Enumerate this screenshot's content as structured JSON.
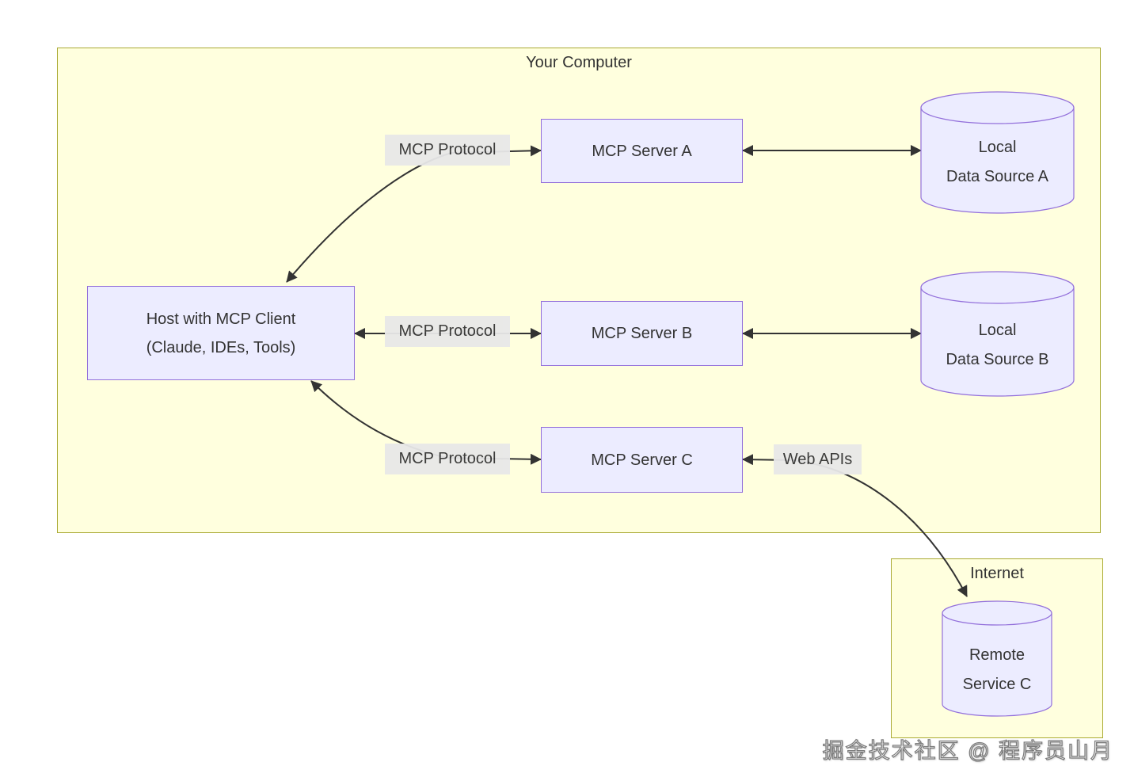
{
  "diagram": {
    "clusters": {
      "your_computer": {
        "title": "Your Computer"
      },
      "internet": {
        "title": "Internet"
      }
    },
    "nodes": {
      "host": {
        "line1": "Host with MCP Client",
        "line2": "(Claude, IDEs, Tools)"
      },
      "server_a": {
        "label": "MCP Server A"
      },
      "server_b": {
        "label": "MCP Server B"
      },
      "server_c": {
        "label": "MCP Server C"
      },
      "source_a": {
        "line1": "Local",
        "line2": "Data Source A"
      },
      "source_b": {
        "line1": "Local",
        "line2": "Data Source B"
      },
      "remote_c": {
        "line1": "Remote",
        "line2": "Service C"
      }
    },
    "edge_labels": {
      "protocol_a": "MCP Protocol",
      "protocol_b": "MCP Protocol",
      "protocol_c": "MCP Protocol",
      "web_apis": "Web APIs"
    },
    "colors": {
      "page_bg": "#ffffff",
      "cluster_fill": "#ffffde",
      "cluster_border": "#aaaa33",
      "node_fill": "#ececff",
      "node_border": "#9370db",
      "edge": "#333333",
      "edge_label_bg": "#e8e8e8",
      "text": "#333333"
    }
  },
  "watermark": {
    "text": "掘金技术社区 @ 程序员山月"
  }
}
